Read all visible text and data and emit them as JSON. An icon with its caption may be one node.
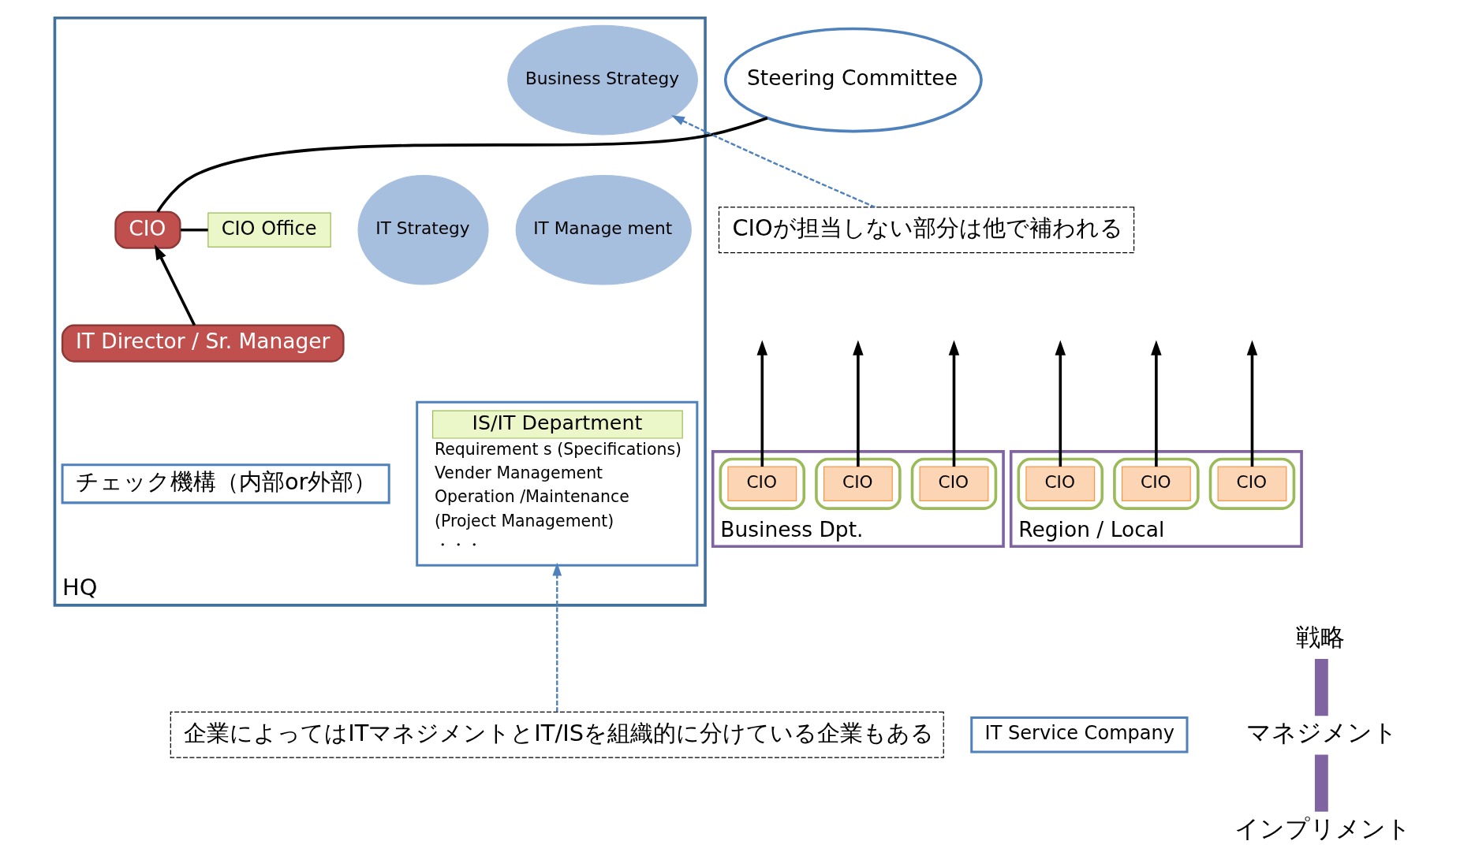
{
  "diagram": {
    "nodes": [
      {
        "text": [
          "HQ"
        ]
      },
      {
        "text": [
          "Steering Committee"
        ]
      },
      {
        "text": [
          "Business Strategy"
        ],
        "in": 0
      },
      {
        "text": [
          "IT Manage ment"
        ],
        "in": 0
      },
      {
        "text": [
          "IT Strategy"
        ],
        "in": 0
      },
      {
        "text": [
          "CIO"
        ],
        "in": 0
      },
      {
        "text": [
          "CIO Office"
        ],
        "in": 0
      },
      {
        "text": [
          "IT Director / Sr. Manager"
        ],
        "in": 0
      },
      {
        "text": [
          "IS/IT Department",
          "Requirement s (Specifications)",
          "Vender Management",
          "Operation /Maintenance",
          "(Project Management)",
          "・・・"
        ],
        "in": 0
      },
      {
        "text": [
          "チェック機構（内部or外部）"
        ],
        "in": 0
      },
      {
        "text": [
          "IT Service Company"
        ]
      },
      {
        "text": [
          "Business Dpt."
        ]
      },
      {
        "text": [],
        "shape": "box",
        "in": 11
      },
      {
        "text": [],
        "shape": "box",
        "in": 11
      },
      {
        "text": [],
        "shape": "box",
        "in": 11
      },
      {
        "text": [
          "CIO"
        ],
        "in": 12
      },
      {
        "text": [
          "CIO"
        ],
        "in": 13
      },
      {
        "text": [
          "CIO"
        ],
        "in": 14
      },
      {
        "text": [
          "Region / Local"
        ]
      },
      {
        "text": [],
        "shape": "box",
        "in": 18
      },
      {
        "text": [],
        "shape": "box",
        "in": 18
      },
      {
        "text": [],
        "shape": "box",
        "in": 18
      },
      {
        "text": [
          "CIO"
        ],
        "in": 19
      },
      {
        "text": [
          "CIO"
        ],
        "in": 20
      },
      {
        "text": [
          "CIO"
        ],
        "in": 21
      },
      {
        "text": [
          "CIOが担当しない部分は他で補われる"
        ]
      },
      {
        "text": [
          "企業によってはITマネジメントとIT/ISを組織的に分けている企業もある"
        ]
      }
    ],
    "edges": [
      {
        "from": 15,
        "to": null,
        "arrow": "to"
      },
      {
        "from": 16,
        "to": null,
        "arrow": "to"
      },
      {
        "from": 17,
        "to": null,
        "arrow": "to"
      },
      {
        "from": 22,
        "to": null,
        "arrow": "to"
      },
      {
        "from": 23,
        "to": null,
        "arrow": "to"
      },
      {
        "from": 24,
        "to": null,
        "arrow": "to"
      },
      {
        "from": 25,
        "to": 2,
        "arrow": "to",
        "style": "dashed",
        "color": "#4f81bd"
      },
      {
        "from": 26,
        "to": 8,
        "arrow": "to",
        "style": "dashed",
        "color": "#4f81bd"
      },
      {
        "from": 7,
        "to": 5,
        "arrow": "to"
      },
      {
        "from": 5,
        "to": 6,
        "arrow": "none"
      },
      {
        "from": 1,
        "to": 5,
        "arrow": "none"
      }
    ],
    "labels": [
      "戦略",
      "マネジメント",
      "インプリメント"
    ]
  }
}
